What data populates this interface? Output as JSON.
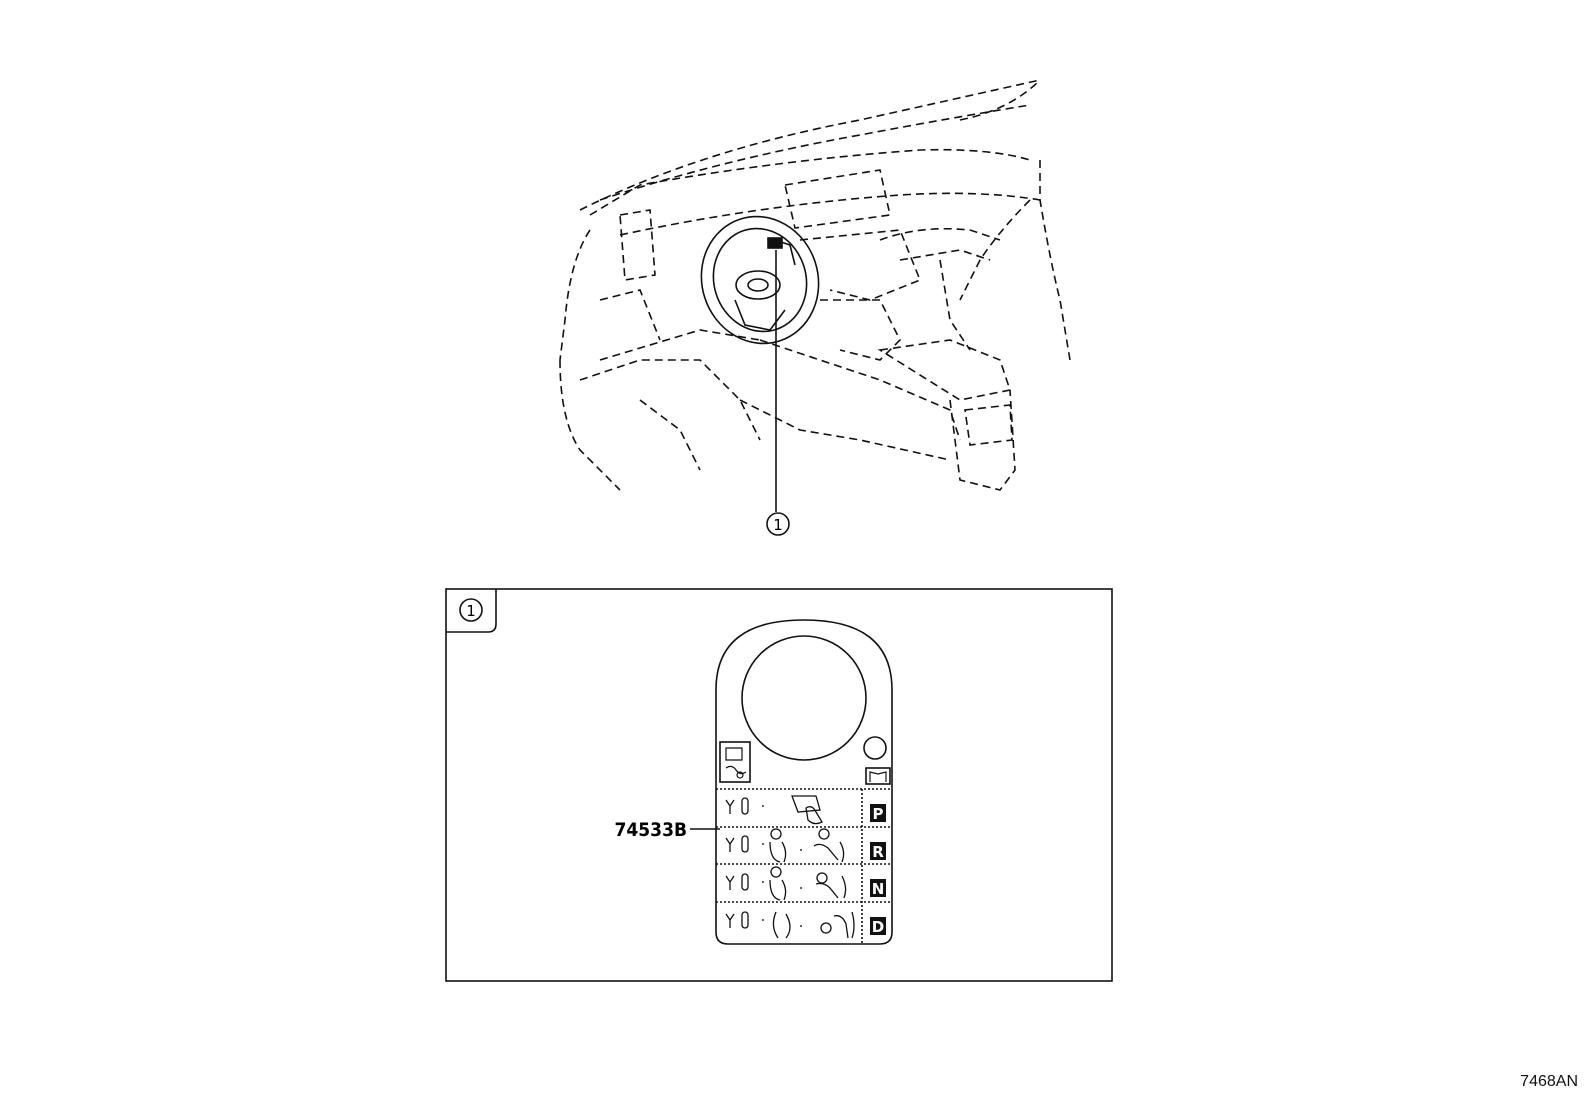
{
  "callouts": {
    "main_number": "1",
    "detail_number": "1"
  },
  "part": {
    "number": "74533B"
  },
  "gear_positions": [
    "P",
    "R",
    "N",
    "D"
  ],
  "figure_code": "7468AN",
  "colors": {
    "line": "#111111",
    "background": "#ffffff"
  }
}
